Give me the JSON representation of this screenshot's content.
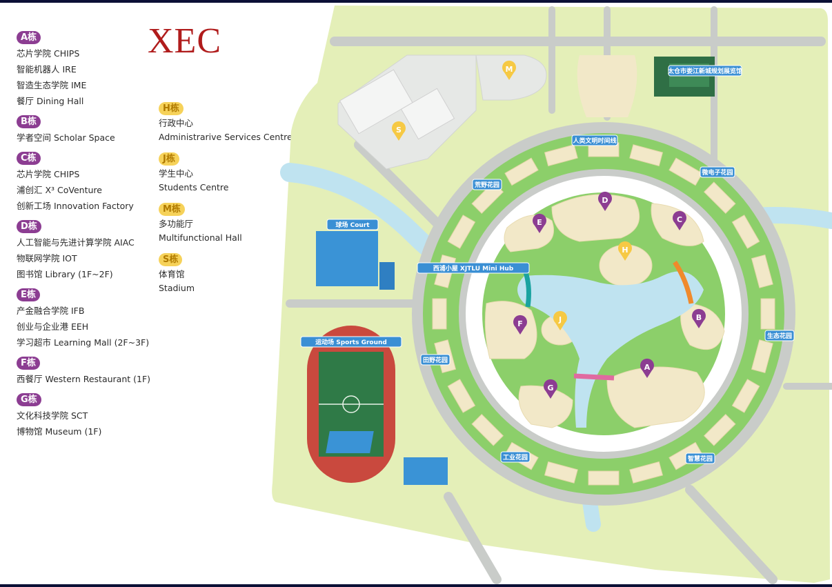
{
  "logo": "XEC",
  "legend_left": [
    {
      "badge": "A栋",
      "items": [
        "芯片学院 CHIPS",
        "智能机器人 IRE",
        "智造生态学院 IME",
        "餐厅 Dining Hall"
      ]
    },
    {
      "badge": "B栋",
      "items": [
        "学者空间 Scholar Space"
      ]
    },
    {
      "badge": "C栋",
      "items": [
        "芯片学院 CHIPS",
        "浦创汇  X³ CoVenture",
        "创新工场 Innovation Factory"
      ]
    },
    {
      "badge": "D栋",
      "items": [
        "人工智能与先进计算学院 AIAC",
        "物联网学院 IOT",
        "图书馆 Library (1F~2F)"
      ]
    },
    {
      "badge": "E栋",
      "items": [
        "产金融合学院 IFB",
        "创业与企业港 EEH",
        "学习超市 Learning Mall (2F~3F)"
      ]
    },
    {
      "badge": "F栋",
      "items": [
        "西餐厅 Western Restaurant (1F)"
      ]
    },
    {
      "badge": "G栋",
      "items": [
        "文化科技学院 SCT",
        "博物馆 Museum (1F)"
      ]
    }
  ],
  "legend_right": [
    {
      "badge": "H栋",
      "items": [
        "行政中心",
        "Administrarive Services Centre"
      ]
    },
    {
      "badge": "J栋",
      "items": [
        "学生中心",
        "Students Centre"
      ]
    },
    {
      "badge": "M栋",
      "items": [
        "多功能厅",
        "Multifunctional Hall"
      ]
    },
    {
      "badge": "S栋",
      "items": [
        "体育馆",
        "Stadium"
      ]
    }
  ],
  "map_labels": {
    "exhibition": "太仓市娄江新城规划展览馆",
    "timeline": "人类文明时间线",
    "wild_garden": "荒野花园",
    "micro_garden": "微电子花园",
    "court": "球场 Court",
    "minihub": "西浦小屋 XJTLU Mini Hub",
    "eco_garden": "生态花园",
    "sports_ground": "运动场 Sports Ground",
    "field_garden": "田野花园",
    "industry_garden": "工业花园",
    "wisdom_garden": "智慧花园"
  },
  "pins": {
    "M": "M",
    "S": "S",
    "D": "D",
    "C": "C",
    "E": "E",
    "H": "H",
    "B": "B",
    "F": "F",
    "J": "J",
    "A": "A",
    "G": "G"
  },
  "colors": {
    "purple": "#8c3d92",
    "yellow": "#f6c944",
    "grass": "#8ccf6a",
    "light_grass": "#e4efb8",
    "water": "#bfe3f0",
    "road": "#c9ccc9",
    "ring": "#ffffff",
    "label_blue": "#3a8fd4"
  }
}
